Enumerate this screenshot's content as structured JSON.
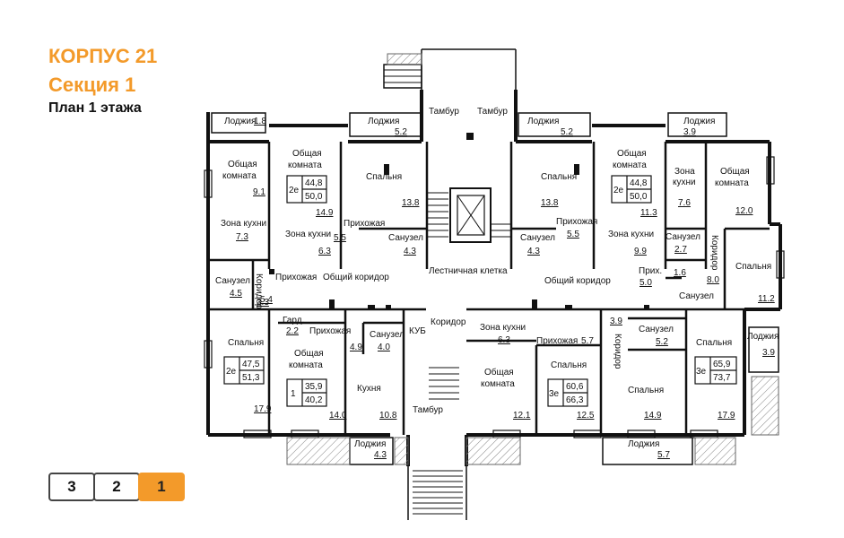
{
  "header": {
    "building": "КОРПУС 21",
    "section": "Секция 1",
    "plan": "План 1 этажа"
  },
  "accent_color": "#f39a2a",
  "floor_selector": {
    "floors": [
      "3",
      "2",
      "1"
    ],
    "active": "1"
  },
  "labels": {
    "loggia": "Лоджия",
    "common_room": "Общая",
    "common_room2": "комната",
    "bedroom": "Спальня",
    "kitchen_zone": "Зона кухни",
    "kitchen_zone_l1": "Зона",
    "kitchen_zone_l2": "кухни",
    "hallway": "Прихожая",
    "hallway_short": "Прих.",
    "bathroom": "Санузел",
    "corridor": "Коридор",
    "common_corridor": "Общий коридор",
    "stairwell": "Лестничная клетка",
    "vestibule": "Тамбур",
    "kub": "КУБ",
    "wardrobe": "Гард.",
    "kitchen": "Кухня"
  },
  "areas": {
    "a1_8": "1.8",
    "a5_2": "5.2",
    "a3_9": "3.9",
    "a9_1": "9.1",
    "a7_3": "7.3",
    "a4_5": "4.5",
    "a3_3": "3.3",
    "a5_4": "5.4",
    "a14_9": "14.9",
    "a6_3": "6.3",
    "a13_8": "13.8",
    "a5_5": "5.5",
    "a4_3": "4.3",
    "a11_3": "11.3",
    "a9_9": "9.9",
    "a7_6": "7.6",
    "a2_7": "2.7",
    "a1_6": "1.6",
    "a8_0": "8.0",
    "a5_0": "5.0",
    "a12_0": "12.0",
    "a11_2": "11.2",
    "a17_9": "17.9",
    "a2_2": "2.2",
    "a4_9": "4.9",
    "a4_0": "4.0",
    "a14_0": "14.0",
    "a10_8": "10.8",
    "a12_1": "12.1",
    "a5_7": "5.7",
    "a12_5": "12.5"
  },
  "apartments": {
    "apt_2e_a": {
      "type": "2е",
      "living": "44,8",
      "total": "50,0"
    },
    "apt_2e_b": {
      "type": "2е",
      "living": "44,8",
      "total": "50,0"
    },
    "apt_2e_c": {
      "type": "2е",
      "living": "47,5",
      "total": "51,3"
    },
    "apt_1": {
      "type": "1",
      "living": "35,9",
      "total": "40,2"
    },
    "apt_3e_a": {
      "type": "3е",
      "living": "60,6",
      "total": "66,3"
    },
    "apt_3e_b": {
      "type": "3е",
      "living": "65,9",
      "total": "73,7"
    }
  }
}
